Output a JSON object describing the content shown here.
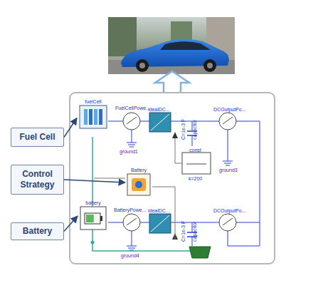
{
  "diagram": {
    "nodes": [
      {
        "text": [
          "Fuel Cell"
        ]
      },
      {
        "text": [
          "Control Strategy"
        ]
      },
      {
        "text": [
          "Battery"
        ]
      },
      {
        "text": [
          "fuelCell"
        ]
      },
      {
        "text": [
          "Battery"
        ]
      },
      {
        "text": [
          "battery"
        ]
      }
    ],
    "edges": [
      {
        "from": 0,
        "to": 3,
        "arrow": "to"
      },
      {
        "from": 1,
        "to": 4,
        "arrow": "to"
      },
      {
        "from": 2,
        "to": 5,
        "arrow": "to"
      }
    ],
    "labels": [
      "FuelCellPowe...",
      "idealDC...",
      "C=1e-3 F",
      "capacitor",
      "DCOutputPo...",
      "ground1",
      "const",
      "k=200",
      "ground3",
      "BatteryPowe...",
      "idealDC...",
      "C=1e-3 F",
      "capacitor",
      "DCOutputPo...",
      "ground4"
    ]
  }
}
